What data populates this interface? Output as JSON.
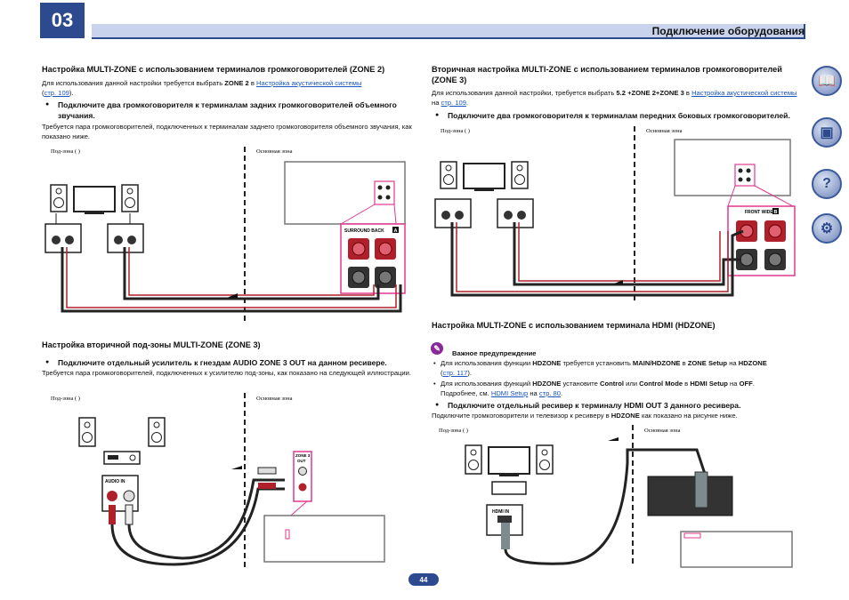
{
  "header": {
    "chapter": "03",
    "title": "Подключение оборудования"
  },
  "left": {
    "s1_title": "Настройка MULTI-ZONE с использованием терминалов громкоговорителей (ZONE 2)",
    "s1_text_a": "Для использования данной настройки требуется выбрать ",
    "s1_text_b": "ZONE 2",
    "s1_text_c": " в ",
    "s1_link": "Настройка акустической системы",
    "s1_text_d": "(",
    "s1_link_page": "стр. 109",
    "s1_text_e": ").",
    "s1_bullet": "Подключите два громкоговорителя к терминалам задних громкоговорителей объемного звучания.",
    "s1_desc": "Требуется пара громкоговорителей, подключенных к терминалам заднего громкоговорителя объемного звучания, как показано ниже.",
    "fig1_sub": "Под-зона (           )",
    "fig1_main": "Основная зона",
    "fig1_label": "SURROUND BACK",
    "fig1_badge": "A",
    "s2_title": "Настройка вторичной под-зоны MULTI-ZONE (ZONE 3)",
    "s2_bullet": "Подключите отдельный усилитель к гнездам AUDIO ZONE 3 OUT на данном ресивере.",
    "s2_desc": "Требуется пара громкоговорителей, подключенных к усилителю под-зоны, как показано на следующей иллюстрации.",
    "fig2_sub": "Под-зона (           )",
    "fig2_main": "Основная зона",
    "fig2_audio_in": "AUDIO IN",
    "fig2_zone": "ZONE 3",
    "fig2_out": "OUT"
  },
  "right": {
    "s3_title": "Вторичная настройка MULTI-ZONE с использованием терминалов громкоговорителей (ZONE 3)",
    "s3_text_a": "Для использования данной настройки, требуется выбрать ",
    "s3_text_b": "5.2 +ZONE 2+ZONE 3",
    "s3_text_c": " в ",
    "s3_link": "Настройка акустической системы",
    "s3_text_d": " на ",
    "s3_link_page": "стр. 109",
    "s3_text_e": ".",
    "s3_bullet": "Подключите два громкоговорителя к терминалам передних боковых громкоговорителей.",
    "fig3_sub": "Под-зона (           )",
    "fig3_main": "Основная зона",
    "fig3_label": "FRONT WIDE /",
    "fig3_badge": "B",
    "s4_title": "Настройка MULTI-ZONE с использованием терминала HDMI (HDZONE)",
    "warn_title": "Важное предупреждение",
    "w1_a": "Для использования функции ",
    "w1_b": "HDZONE",
    "w1_c": " требуется установить ",
    "w1_d": "MAIN/HDZONE",
    "w1_e": " в ",
    "w1_f": "ZONE Setup",
    "w1_g": " на ",
    "w1_h": "HDZONE",
    "w1_link": "стр. 117",
    "w2_a": "Для использования функций ",
    "w2_b": "HDZONE",
    "w2_c": " установите ",
    "w2_d": "Control",
    "w2_e": " или ",
    "w2_f": "Control Mode",
    "w2_g": " в ",
    "w2_h": "HDMI Setup",
    "w2_i": " на ",
    "w2_j": "OFF",
    "w2_k": "Подробнее, см. ",
    "w2_link": "HDMI Setup",
    "w2_l": " на ",
    "w2_link_page": "стр. 80",
    "s4_bullet": "Подключите отдельный ресивер к терминалу HDMI OUT 3 данного ресивера.",
    "s4_desc_a": "Подключите громкоговорители и телевизор к ресиверу в ",
    "s4_desc_b": "HDZONE",
    "s4_desc_c": " как показано на рисунке ниже.",
    "fig4_sub": "Под-зона (           )",
    "fig4_main": "Основная зона",
    "fig4_hdmi_in": "HDMI IN"
  },
  "page_number": "44",
  "colors": {
    "accent": "#2d4a8e",
    "highlight": "#e0388f",
    "terminal_red": "#b0202a",
    "link": "#1a56c0"
  }
}
